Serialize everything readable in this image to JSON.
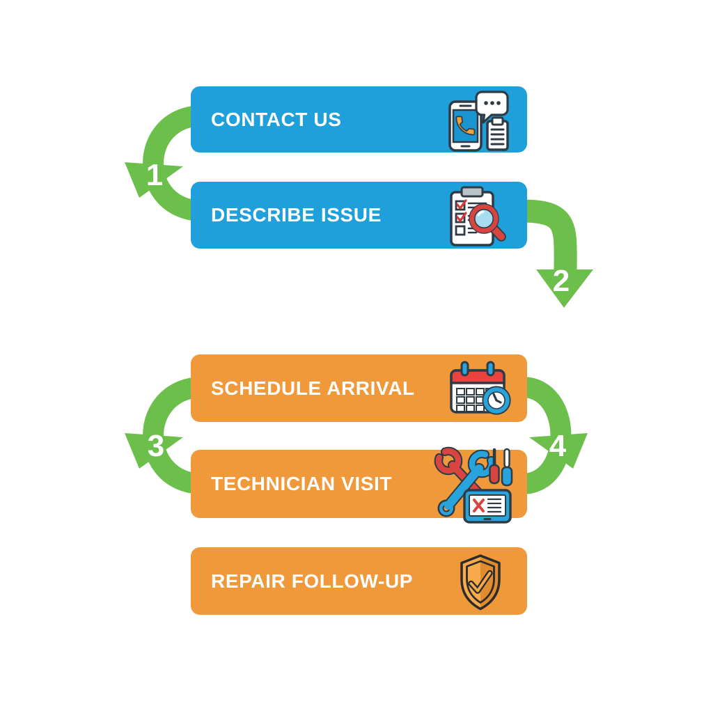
{
  "colors": {
    "background": "#ffffff",
    "step_blue": "#1fa0db",
    "step_orange": "#ef993b",
    "arrow_green": "#6cbf4b",
    "label_text": "#ffffff"
  },
  "steps": [
    {
      "label": "CONTACT US",
      "color": "#1fa0db",
      "icon": "phone-chat-icon"
    },
    {
      "label": "DESCRIBE ISSUE",
      "color": "#1fa0db",
      "icon": "clipboard-magnifier-icon"
    },
    {
      "label": "SCHEDULE ARRIVAL",
      "color": "#ef993b",
      "icon": "calendar-clock-icon"
    },
    {
      "label": "TECHNICIAN VISIT",
      "color": "#ef993b",
      "icon": "tools-tablet-icon"
    },
    {
      "label": "REPAIR FOLLOW-UP",
      "color": "#ef993b",
      "icon": "shield-check-icon"
    }
  ],
  "connectors": [
    {
      "number": "1",
      "side": "left",
      "from": "CONTACT US",
      "to": "DESCRIBE ISSUE"
    },
    {
      "number": "2",
      "side": "right",
      "from": "DESCRIBE ISSUE",
      "to": "SCHEDULE ARRIVAL"
    },
    {
      "number": "3",
      "side": "left",
      "from": "SCHEDULE ARRIVAL",
      "to": "TECHNICIAN VISIT"
    },
    {
      "number": "4",
      "side": "right",
      "from": "TECHNICIAN VISIT",
      "to": "REPAIR FOLLOW-UP"
    }
  ]
}
